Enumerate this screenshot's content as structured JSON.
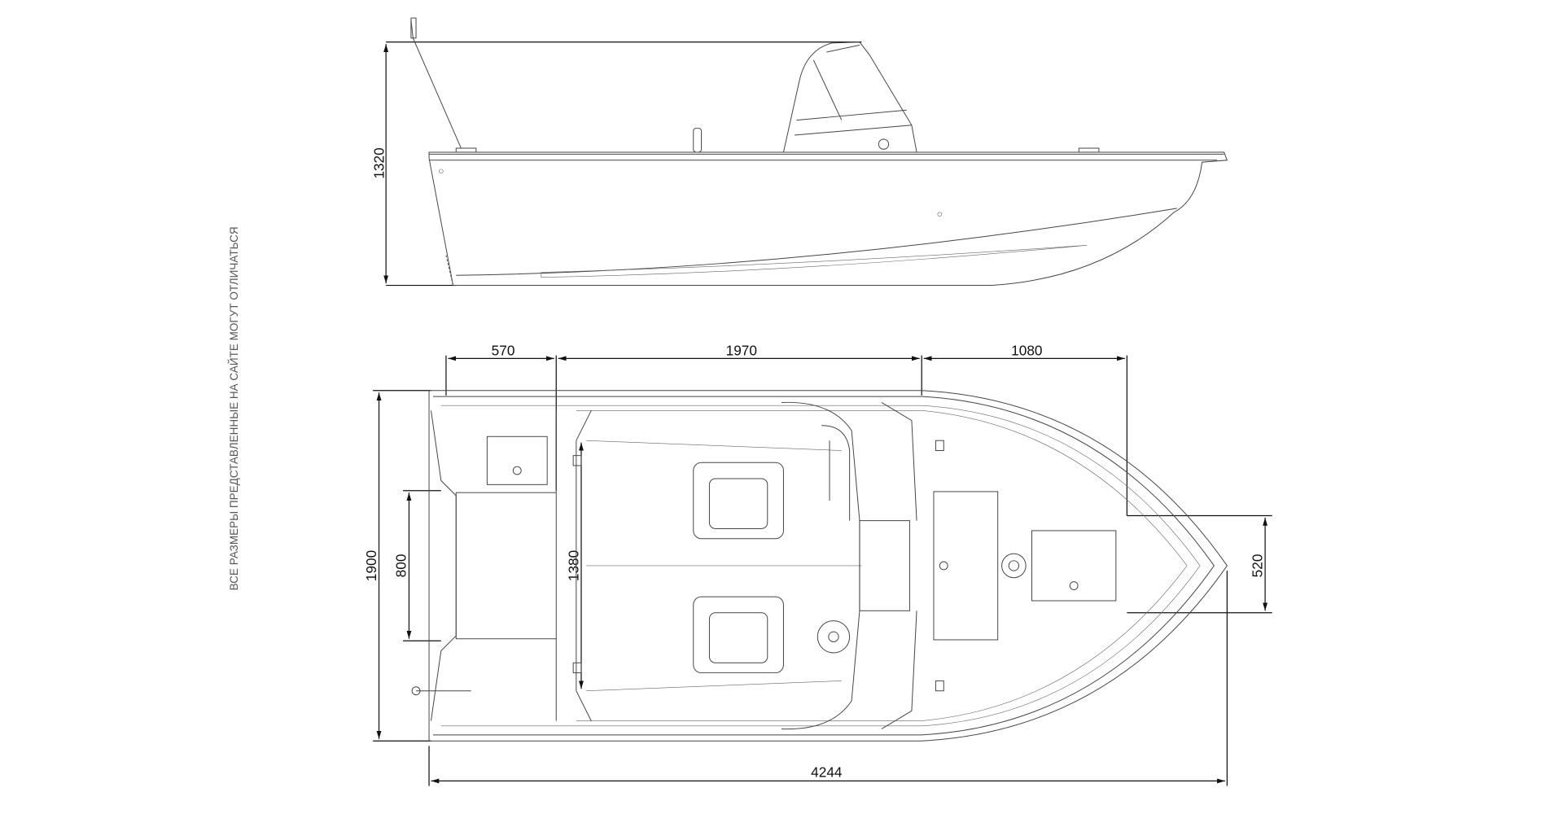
{
  "note": "ВСЕ РАЗМЕРЫ ПРЕДСТАВЛЕННЫЕ НА САЙТЕ МОГУТ ОТЛИЧАТЬСЯ",
  "side_view": {
    "height_dim": "1320"
  },
  "top_view": {
    "dims": {
      "stern_section": "570",
      "cockpit": "1970",
      "bow_section": "1080",
      "beam": "1900",
      "transom_well": "800",
      "cockpit_width": "1380",
      "bow_hatch": "520",
      "length": "4244"
    }
  }
}
